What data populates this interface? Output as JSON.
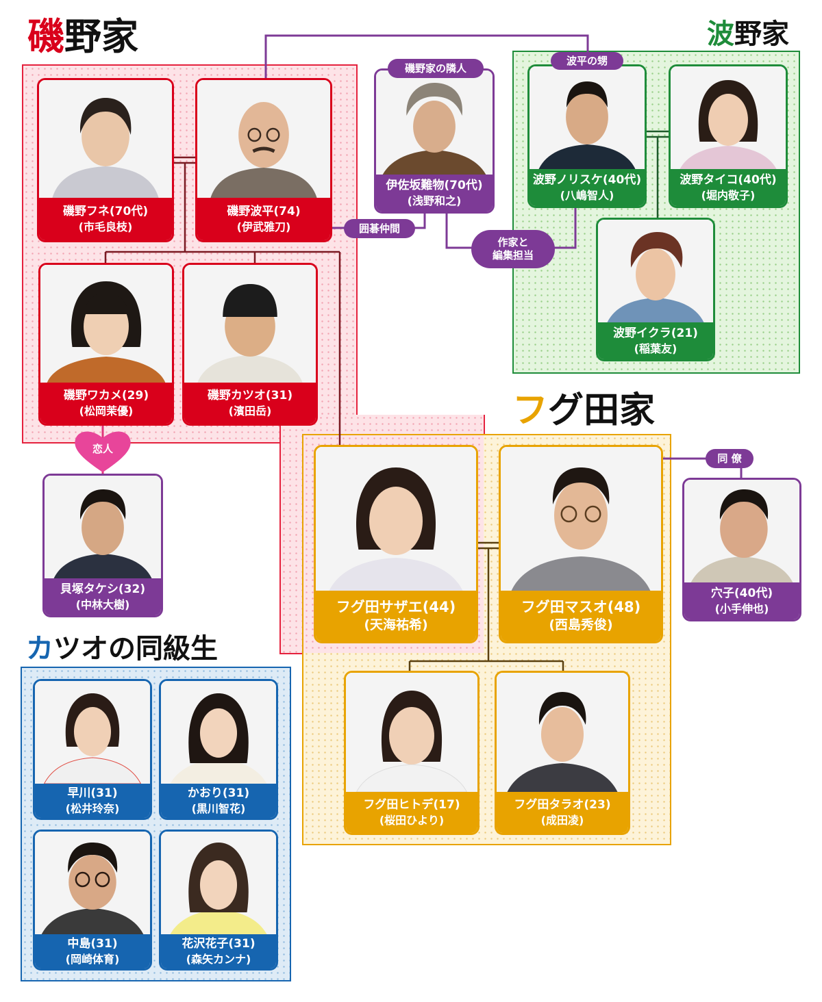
{
  "families": {
    "isono": {
      "title_accent": "磯",
      "title_rest": "野家",
      "accent_color": "#d9001b"
    },
    "namino": {
      "title_accent": "波",
      "title_rest": "野家",
      "accent_color": "#1e8c3a"
    },
    "fuguta": {
      "title_accent": "フ",
      "title_rest": "グ田家",
      "accent_color": "#e8a300"
    },
    "classmates": {
      "title_accent": "カ",
      "title_rest": "ツオの同級生",
      "accent_color": "#1665b0"
    }
  },
  "people": {
    "fune": {
      "name": "磯野フネ(70代)",
      "actor": "(市毛良枝)"
    },
    "namihei": {
      "name": "磯野波平(74)",
      "actor": "(伊武雅刀)"
    },
    "wakame": {
      "name": "磯野ワカメ(29)",
      "actor": "(松岡茉優)"
    },
    "katsuo": {
      "name": "磯野カツオ(31)",
      "actor": "(濱田岳)"
    },
    "isasaka": {
      "name": "伊佐坂難物(70代)",
      "actor": "(浅野和之)"
    },
    "norisuke": {
      "name": "波野ノリスケ(40代)",
      "actor": "(八嶋智人)"
    },
    "taiko": {
      "name": "波野タイコ(40代)",
      "actor": "(堀内敬子)"
    },
    "ikura": {
      "name": "波野イクラ(21)",
      "actor": "(稲葉友)"
    },
    "kaizuka": {
      "name": "貝塚タケシ(32)",
      "actor": "(中林大樹)"
    },
    "sazae": {
      "name": "フグ田サザエ(44)",
      "actor": "(天海祐希)"
    },
    "masuo": {
      "name": "フグ田マスオ(48)",
      "actor": "(西島秀俊)"
    },
    "anago": {
      "name": "穴子(40代)",
      "actor": "(小手伸也)"
    },
    "hitode": {
      "name": "フグ田ヒトデ(17)",
      "actor": "(桜田ひより)"
    },
    "tarao": {
      "name": "フグ田タラオ(23)",
      "actor": "(成田凌)"
    },
    "hayakawa": {
      "name": "早川(31)",
      "actor": "(松井玲奈)"
    },
    "kaori": {
      "name": "かおり(31)",
      "actor": "(黒川智花)"
    },
    "nakajima": {
      "name": "中島(31)",
      "actor": "(岡崎体育)"
    },
    "hanazawa": {
      "name": "花沢花子(31)",
      "actor": "(森矢カンナ)"
    }
  },
  "relations": {
    "neighbor": "磯野家の隣人",
    "nephew": "波平の甥",
    "go": "囲碁仲間",
    "editor_line1": "作家と",
    "editor_line2": "編集担当",
    "lover": "恋人",
    "colleague": "同 僚"
  },
  "colors": {
    "isono": "#d9001b",
    "namino": "#1e8c3a",
    "fuguta": "#e8a300",
    "other": "#7d3a96",
    "classmates": "#1665b0"
  }
}
